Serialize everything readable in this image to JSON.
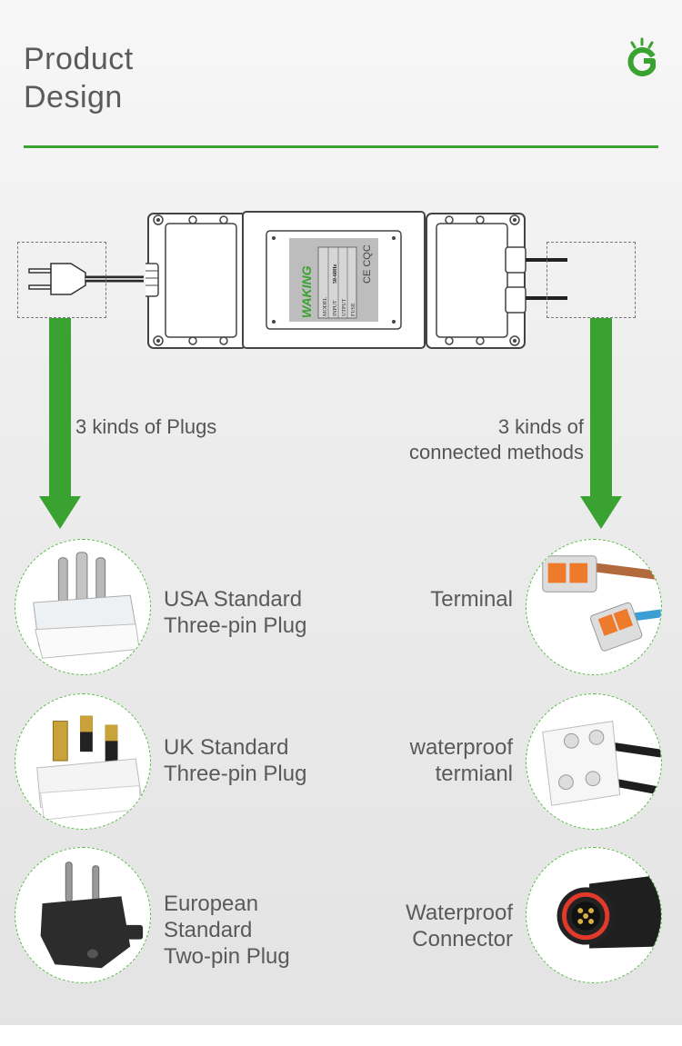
{
  "header": {
    "title_line1": "Product",
    "title_line2": "Design"
  },
  "colors": {
    "accent_green": "#3aa230",
    "circle_border": "#5ab84a"
  },
  "device": {
    "brand": "WAKING",
    "label_model": "MODEL",
    "label_input": "INPUT",
    "label_output": "UTPUT",
    "label_fuse": "FUSE",
    "freq": "50-60Hz",
    "cert": "CE CQC"
  },
  "left_branch": {
    "caption": "3 kinds of Plugs",
    "items": [
      {
        "line1": "USA Standard",
        "line2": "Three-pin Plug",
        "icon": "usa-plug-icon"
      },
      {
        "line1": "UK Standard",
        "line2": "Three-pin Plug",
        "icon": "uk-plug-icon"
      },
      {
        "line1": "European",
        "line2": "Standard",
        "line3": "Two-pin Plug",
        "icon": "eu-plug-icon"
      }
    ]
  },
  "right_branch": {
    "caption_line1": "3 kinds of",
    "caption_line2": "connected methods",
    "items": [
      {
        "line1": "Terminal",
        "icon": "terminal-connector-icon"
      },
      {
        "line1": "waterproof",
        "line2": "termianl",
        "icon": "waterproof-terminal-icon"
      },
      {
        "line1": "Waterproof",
        "line2": "Connector",
        "icon": "waterproof-connector-icon"
      }
    ]
  }
}
